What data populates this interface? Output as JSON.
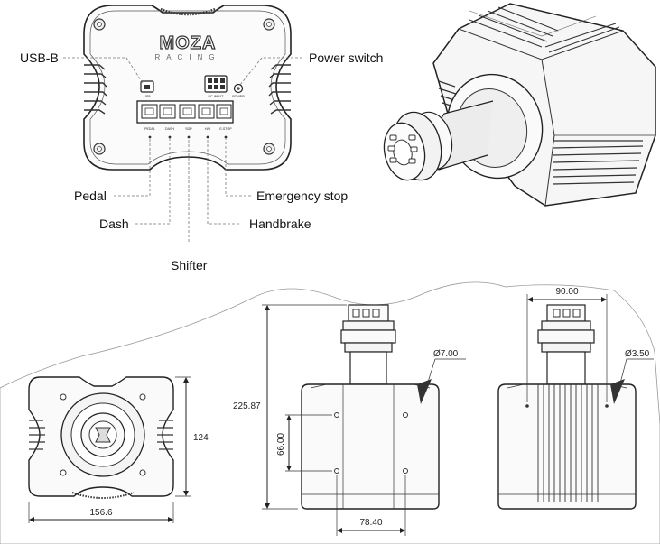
{
  "brand": {
    "name": "MOZA",
    "sub": "RACING"
  },
  "port_labels": [
    {
      "name": "usb",
      "text": "USB-B"
    },
    {
      "name": "power",
      "text": "Power switch"
    },
    {
      "name": "pedal",
      "text": "Pedal"
    },
    {
      "name": "dash",
      "text": "Dash"
    },
    {
      "name": "shifter",
      "text": "Shifter"
    },
    {
      "name": "handbrake",
      "text": "Handbrake"
    },
    {
      "name": "estop",
      "text": "Emergency stop"
    }
  ],
  "panel_markings": {
    "usb": "USB",
    "dc_input": "DC INPUT",
    "power": "POWER",
    "ports": [
      "PEDAL",
      "DASH",
      "SGP",
      "H/B",
      "E-STOP"
    ]
  },
  "dimensions": {
    "front_width": "156.6",
    "front_height": "124",
    "total_height": "225.87",
    "hole_spacing_vertical": "66.00",
    "hole_spacing_horizontal": "78.40",
    "top_width": "90.00",
    "hole_diameter_side": "Ø7.00",
    "hole_diameter_back": "Ø3.50"
  }
}
